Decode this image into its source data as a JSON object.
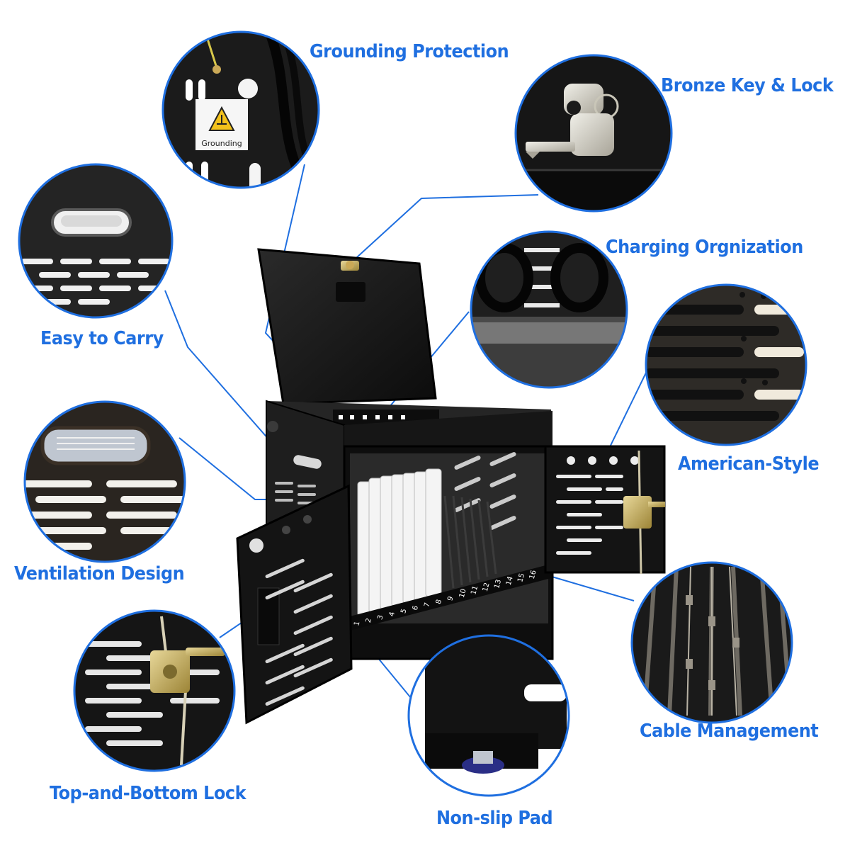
{
  "colors": {
    "accent": "#1f6fe0",
    "cabinet": "#141414",
    "panel": "#1c1c1c",
    "slot": "#f4f4f4"
  },
  "labels": {
    "grounding": "Grounding Protection",
    "bronze_key": "Bronze Key & Lock",
    "charging": "Charging Orgnization",
    "carry": "Easy to Carry",
    "american": "American-Style",
    "ventilation": "Ventilation Design",
    "cable": "Cable Management",
    "lock": "Top-and-Bottom Lock",
    "pad": "Non-slip Pad"
  },
  "grounding_sticker": "Grounding",
  "slot_numbers": [
    "1",
    "2",
    "3",
    "4",
    "5",
    "6",
    "7",
    "8",
    "9",
    "10",
    "11",
    "12",
    "13",
    "14",
    "15",
    "16"
  ]
}
